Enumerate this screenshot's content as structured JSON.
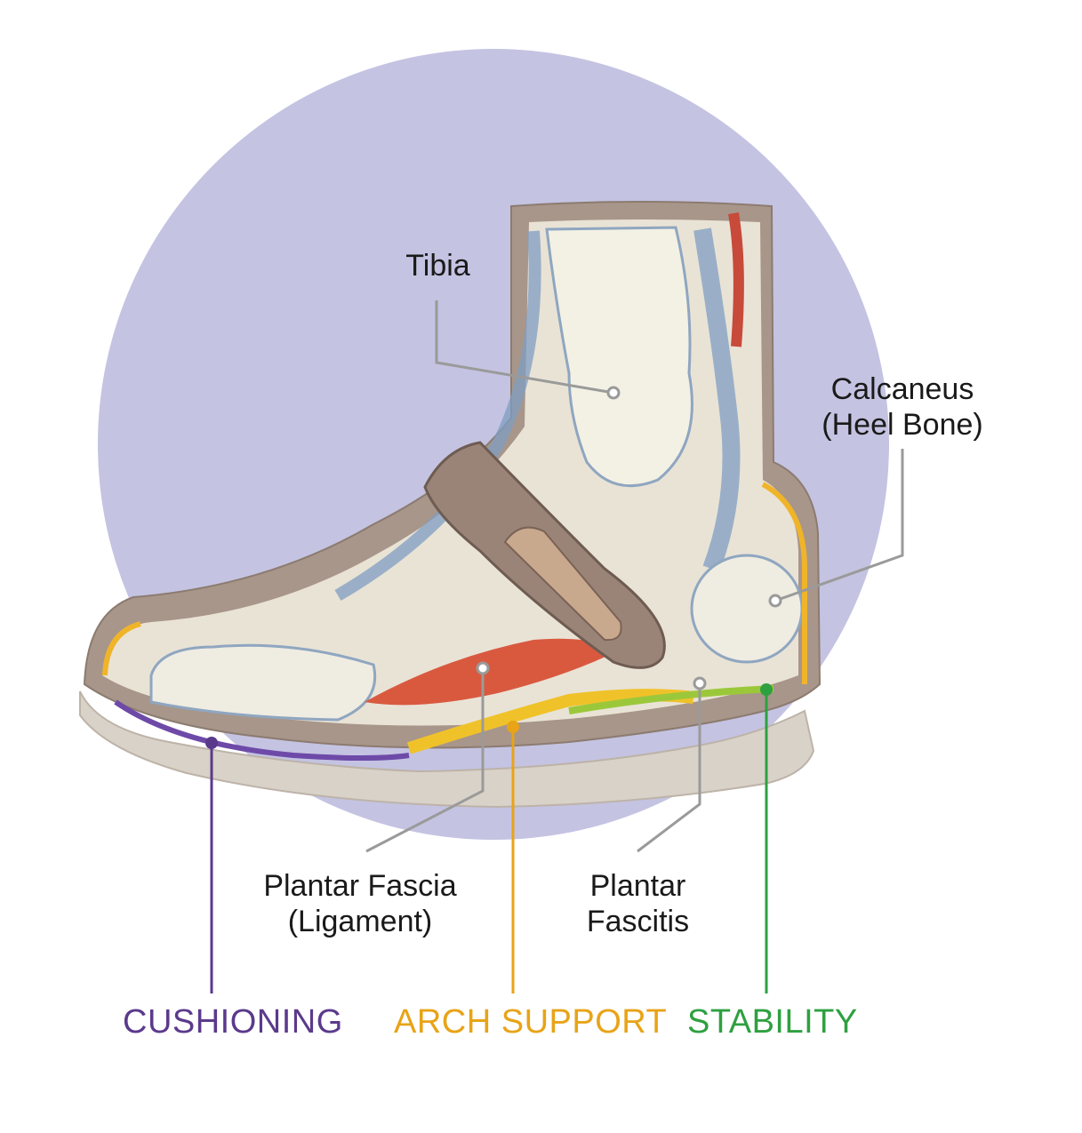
{
  "labels": {
    "tibia": "Tibia",
    "calcaneus_line1": "Calcaneus",
    "calcaneus_line2": "(Heel Bone)",
    "plantar_fascia_line1": "Plantar Fascia",
    "plantar_fascia_line2": "(Ligament)",
    "plantar_fasciitis_line1": "Plantar",
    "plantar_fasciitis_line2": "Fascitis"
  },
  "features": {
    "cushioning": "CUSHIONING",
    "arch_support": "ARCH SUPPORT",
    "stability": "STABILITY"
  },
  "colors": {
    "background_circle": "#c4c3e2",
    "cushioning": "#5b3a8c",
    "arch_support": "#e8a317",
    "stability": "#2ea040",
    "leader_gray": "#9a9a9a",
    "shoe_upper": "#a8968a",
    "sole": "#d9d2c9"
  }
}
